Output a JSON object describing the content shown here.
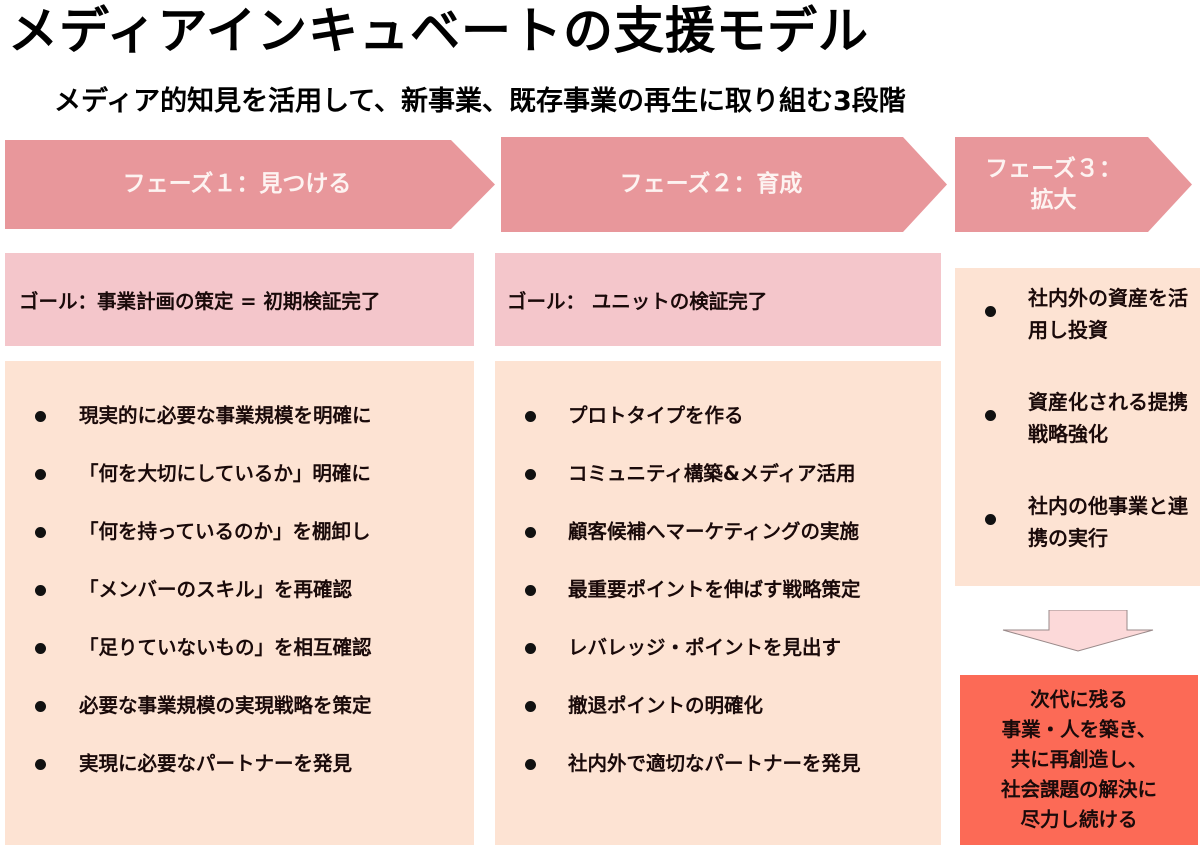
{
  "title": "メディアインキュベートの支援モデル",
  "subtitle": "メディア的知見を活用して、新事業、既存事業の再生に取り組む3段階",
  "colors": {
    "phase_arrow": "#e8979b",
    "goal_box": "#f4c6cb",
    "list_box": "#fde3d3",
    "result_box": "#fc6a56",
    "down_arrow": "#fcd9d9"
  },
  "phases": [
    {
      "label": "フェーズ１：見つける",
      "goal": "ゴール：事業計画の策定 = 初期検証完了",
      "items": [
        "現実的に必要な事業規模を明確に",
        "「何を大切にしているか」明確に",
        "「何を持っているのか」を棚卸し",
        "「メンバーのスキル」を再確認",
        "「足りていないもの」を相互確認",
        "必要な事業規模の実現戦略を策定",
        "実現に必要なパートナーを発見"
      ]
    },
    {
      "label": "フェーズ２：育成",
      "goal": "ゴール： ユニットの検証完了",
      "items": [
        "プロトタイプを作る",
        "コミュニティ構築&メディア活用",
        "顧客候補へマーケティングの実施",
        "最重要ポイントを伸ばす戦略策定",
        "レバレッジ・ポイントを見出す",
        "撤退ポイントの明確化",
        "社内外で適切なパートナーを発見"
      ]
    },
    {
      "label_line1": "フェーズ３：",
      "label_line2": "拡大",
      "items": [
        "社内外の資産を活用し投資",
        "資産化される提携戦略強化",
        "社内の他事業と連携の実行"
      ]
    }
  ],
  "result": {
    "lines": [
      "次代に残る",
      "事業・人を築き、",
      "共に再創造し、",
      "社会課題の解決に",
      "尽力し続ける"
    ]
  }
}
